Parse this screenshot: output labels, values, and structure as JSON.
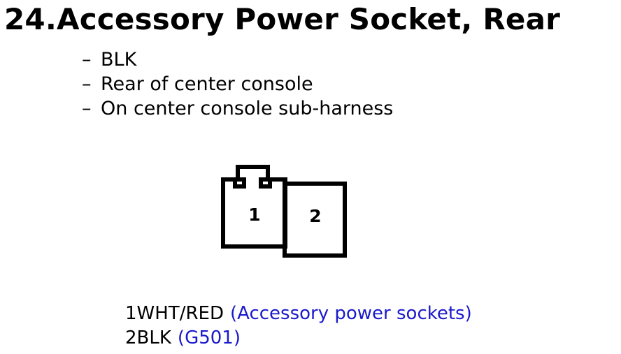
{
  "title": "24.Accessory Power Socket, Rear",
  "details": {
    "bullet": "–",
    "items": [
      "BLK",
      "Rear of center console",
      "On center console sub-harness"
    ]
  },
  "connector": {
    "pin_labels": [
      "1",
      "2"
    ]
  },
  "pins": [
    {
      "number": "1",
      "wire": "WHT/RED",
      "description": "(Accessory power sockets)"
    },
    {
      "number": "2",
      "wire": "BLK",
      "description": "(G501)"
    }
  ],
  "colors": {
    "text": "#000000",
    "description": "#1a1acc",
    "background": "#ffffff"
  }
}
